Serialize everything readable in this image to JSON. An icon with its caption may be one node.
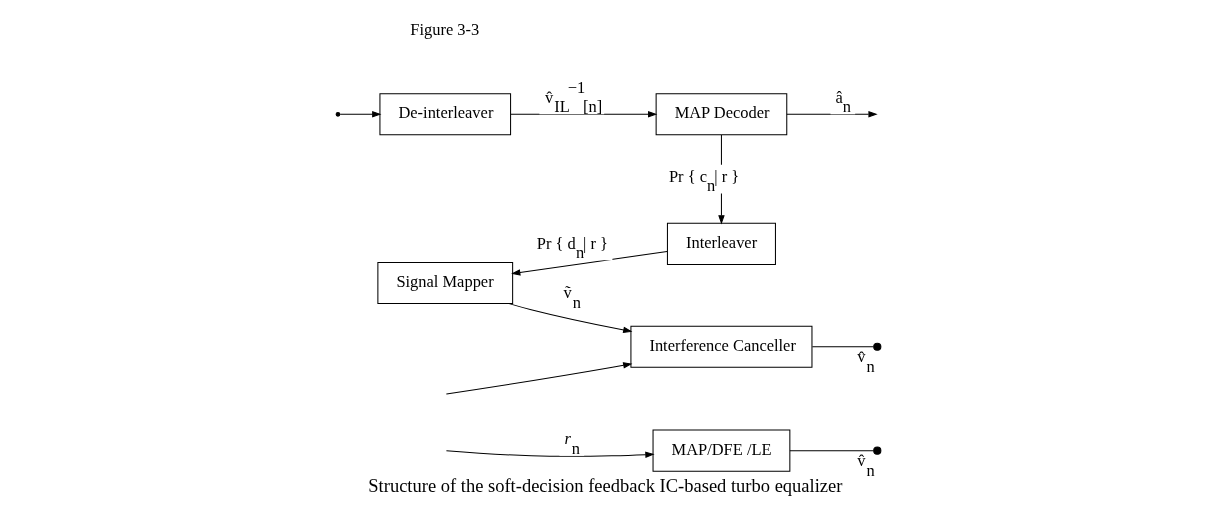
{
  "diagram": {
    "caption": "Structure of the soft-decision feedback IC-based turbo equalizer",
    "nodes": [
      {
        "text": [
          "MAP/DFE /LE"
        ]
      },
      {
        "text": [
          "Interference Canceller"
        ]
      },
      {
        "text": [
          "De-interleaver"
        ]
      },
      {
        "text": [
          "MAP Decoder"
        ]
      },
      {
        "text": [
          "Interleaver"
        ]
      },
      {
        "text": [
          "Signal Mapper"
        ]
      },
      {
        "text": [],
        "shape": "circle",
        "beside": [
          "v̂$_{n}$"
        ]
      },
      {
        "text": [],
        "shape": "circle",
        "beside": [
          "v̂$_{n}$"
        ]
      },
      {
        "text": [],
        "shape": "switch"
      }
    ],
    "edges": [
      {
        "from": null,
        "to": 0,
        "arrow": "to",
        "label": "*r*$_{n}$"
      },
      {
        "from": null,
        "to": 1,
        "arrow": "to"
      },
      {
        "from": 0,
        "to": 6,
        "arrow": "none"
      },
      {
        "from": 1,
        "to": 7,
        "arrow": "none"
      },
      {
        "from": 8,
        "to": 2,
        "arrow": "to"
      },
      {
        "from": 2,
        "to": 3,
        "arrow": "to",
        "label": "v̂$_{IL}$$^{−1}$$_{[n]}$"
      },
      {
        "from": 3,
        "to": null,
        "arrow": "to",
        "label": "â$_{n}$"
      },
      {
        "from": 3,
        "to": 4,
        "arrow": "to",
        "label": "Pr { c$_{n}$| r }"
      },
      {
        "from": 4,
        "to": 5,
        "arrow": "to",
        "label": "Pr { d$_{n}$| r }"
      },
      {
        "from": 5,
        "to": 1,
        "arrow": "to",
        "label": "ṽ$_{n}$"
      }
    ],
    "labels": [
      "Figure 3-3"
    ]
  }
}
